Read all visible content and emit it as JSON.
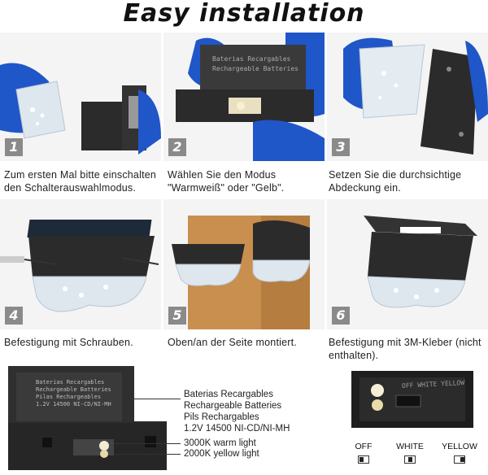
{
  "title": "Easy installation",
  "steps": [
    {
      "number": "1",
      "caption_line1": "Zum ersten Mal bitte einschalten",
      "caption_line2": "den Schalterauswahlmodus."
    },
    {
      "number": "2",
      "caption_line1": "Wählen Sie den Modus",
      "caption_line2": "\"Warmweiß\" oder \"Gelb\"."
    },
    {
      "number": "3",
      "caption_line1": "Setzen Sie die durchsichtige",
      "caption_line2": "Abdeckung ein."
    },
    {
      "number": "4",
      "caption_line1": "Befestigung mit Schrauben.",
      "caption_line2": ""
    },
    {
      "number": "5",
      "caption_line1": "Oben/an der Seite montiert.",
      "caption_line2": ""
    },
    {
      "number": "6",
      "caption_line1": "Befestigung mit 3M-Kleber (nicht",
      "caption_line2": "enthalten)."
    }
  ],
  "battery_spec": {
    "line1": "Baterias Recargables",
    "line2": "Rechargeable Batteries",
    "line3": "Pils Rechargables",
    "line4": "1.2V 14500 NI-CD/NI-MH",
    "warm": "3000K warm light",
    "yellow": "2000K yellow light"
  },
  "battery_label": {
    "line1": "Baterias Recargables",
    "line2": "Rechargeable Batteries",
    "line3": "Pilas Rechargeables",
    "line4": "1.2V 14500 NI-CD/NI-MH"
  },
  "switch_modes": [
    "OFF",
    "WHITE",
    "YELLOW"
  ],
  "switch_photo_label": "OFF WHITE YELLOW",
  "colors": {
    "glove": "#1f56c8",
    "housing": "#2b2b2b",
    "wood": "#c98f4f"
  }
}
